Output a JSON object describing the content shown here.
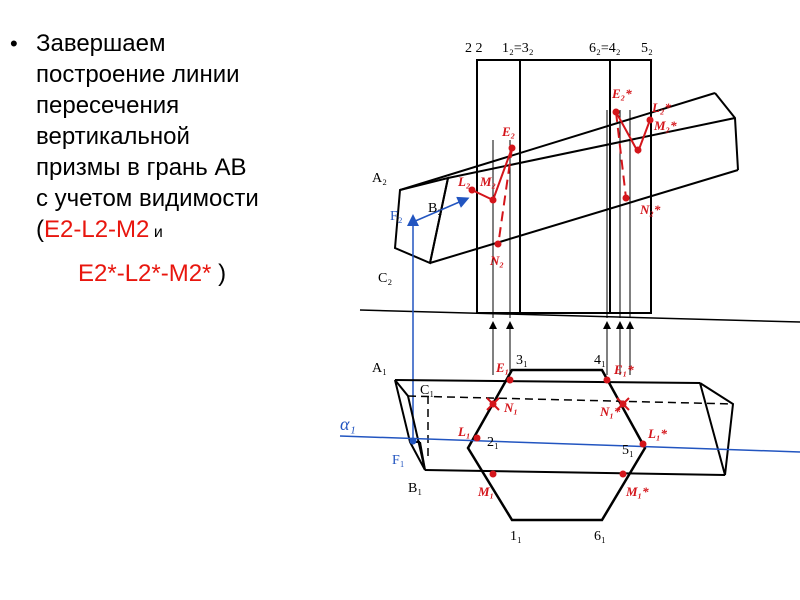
{
  "slide": {
    "lines": [
      "Завершаем",
      "построение линии",
      "пересечения",
      "вертикальной",
      "призмы в грань АВ",
      "с учетом видимости",
      "(Е2-L2-М2 и"
    ],
    "red_line": "Е2*-L2*-М2*",
    "paren_open": "(",
    "red_first": "Е2-L2-М2",
    "and_word": " и",
    "paren_close": ")"
  },
  "diagram": {
    "labels": {
      "top_2": "2 2",
      "top_1_3": "1₂=3₂",
      "top_6_4": "6₂=4₂",
      "top_5": "5₂",
      "A2": "A₂",
      "B2": "B₂",
      "C2": "C₂",
      "F2": "F₂",
      "A1": "A₁",
      "C1": "C₁",
      "B1": "B₁",
      "F1": "F₁",
      "alpha1": "α₁",
      "p3_1": "3₁",
      "p4_1": "4₁",
      "p2_1": "2₁",
      "p5_1": "5₁",
      "p1_1": "1₁",
      "p6_1": "6₁",
      "E2": "E₂",
      "L2": "L₂",
      "M2": "M₂",
      "N2": "N₂",
      "E2s": "E₂*",
      "L2s": "L₂*",
      "M2s": "M₂*",
      "N2s": "N₂*",
      "E1": "E₁",
      "N1": "N₁",
      "L1": "L₁",
      "M1": "M₁",
      "E1s": "E₁*",
      "N1s": "N₁*",
      "L1s": "L₁*",
      "M1s": "M₁*"
    },
    "colors": {
      "line": "#000000",
      "construction": "#d4151b",
      "projection": "#2255c0"
    }
  }
}
